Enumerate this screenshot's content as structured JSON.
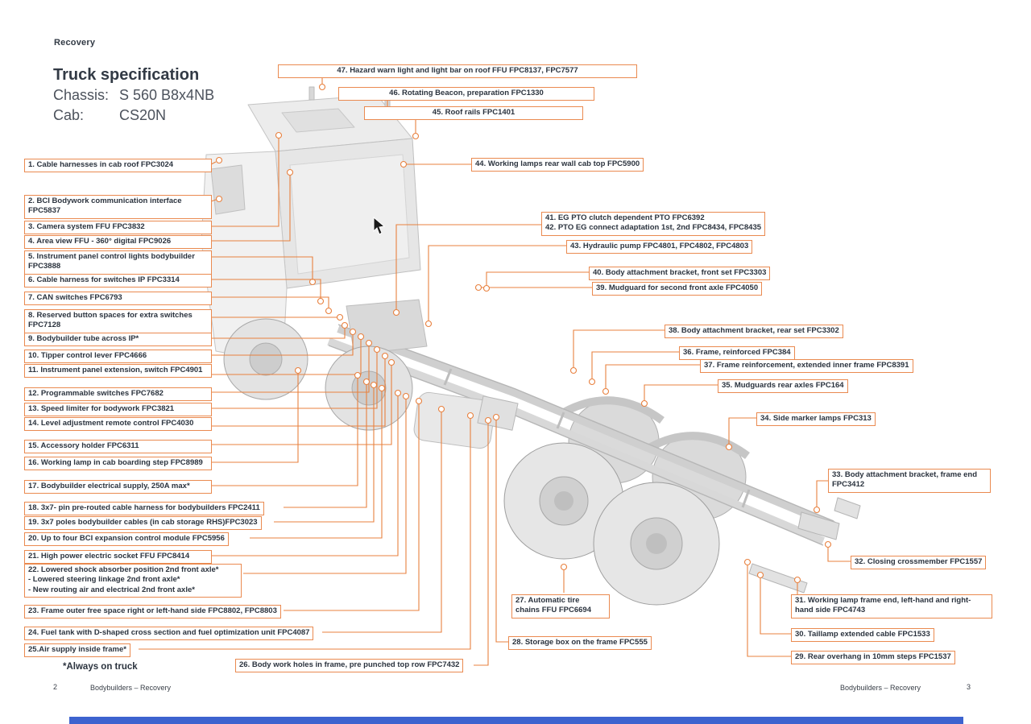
{
  "doc": {
    "eyebrow": "Recovery",
    "title": "Truck specification",
    "chassis_label": "Chassis:",
    "chassis_value": "S 560 B8x4NB",
    "cab_label": "Cab:",
    "cab_value": "CS20N",
    "always_note": "*Always on truck",
    "footer": {
      "left_page": "2",
      "left_text": "Bodybuilders – Recovery",
      "right_text": "Bodybuilders – Recovery",
      "right_page": "3"
    }
  },
  "colors": {
    "accent_orange": "#E8813F",
    "box_border_orange": "#EA8A50",
    "text_dark": "#2B333E",
    "text_gray": "#4C525C",
    "footer_bar_blue": "#3D63CF"
  },
  "callouts": {
    "c1": "1. Cable harnesses in cab roof FPC3024",
    "c2": "2. BCI Bodywork communication interface FPC5837",
    "c3": "3. Camera system FFU FPC3832",
    "c4": "4. Area view FFU - 360° digital FPC9026",
    "c5": "5. Instrument panel control lights bodybuilder FPC3888",
    "c6": "6. Cable harness for switches IP FPC3314",
    "c7": "7. CAN switches FPC6793",
    "c8": "8. Reserved button spaces for extra switches FPC7128",
    "c9": "9. Bodybuilder tube across IP*",
    "c10": "10. Tipper control lever FPC4666",
    "c11": "11. Instrument panel extension, switch FPC4901",
    "c12": "12. Programmable switches FPC7682",
    "c13": "13. Speed limiter for bodywork FPC3821",
    "c14": "14. Level adjustment remote control FPC4030",
    "c15": "15. Accessory holder FPC6311",
    "c16": "16. Working lamp in cab boarding step FPC8989",
    "c17": "17. Bodybuilder electrical supply, 250A max*",
    "c18": "18. 3x7- pin pre-routed cable harness for bodybuilders FPC2411",
    "c19": "19. 3x7 poles bodybuilder cables (in cab storage RHS)FPC3023",
    "c20": "20. Up to four BCI expansion control module FPC5956",
    "c21": "21. High power electric socket FFU FPC8414",
    "c22": "22. Lowered shock absorber position 2nd front axle*\n- Lowered steering linkage 2nd front axle*\n- New routing air and electrical 2nd front axle*",
    "c23": "23. Frame outer free space right or left-hand side FPC8802, FPC8803",
    "c24": "24. Fuel tank with D-shaped cross section and fuel optimization unit FPC4087",
    "c25": "25.Air supply inside frame*",
    "c26": "26. Body work holes in frame, pre punched top row FPC7432",
    "c27": "27. Automatic tire chains FFU FPC6694",
    "c28": "28. Storage box on the frame FPC555",
    "c29": "29. Rear overhang in 10mm steps FPC1537",
    "c30": "30. Taillamp extended cable FPC1533",
    "c31": "31. Working lamp frame end, left-hand and right-hand side FPC4743",
    "c32": "32. Closing crossmember FPC1557",
    "c33": "33. Body attachment bracket, frame end FPC3412",
    "c34": "34. Side marker lamps FPC313",
    "c35": "35. Mudguards rear axles FPC164",
    "c36": "36. Frame, reinforced FPC384",
    "c37": "37. Frame reinforcement, extended inner frame FPC8391",
    "c38": "38. Body attachment bracket, rear set FPC3302",
    "c39": "39. Mudguard for second front axle FPC4050",
    "c40": "40. Body attachment bracket, front set FPC3303",
    "c41": "41. EG PTO clutch dependent PTO FPC6392",
    "c42": "42. PTO EG connect adaptation 1st, 2nd FPC8434, FPC8435",
    "c43": "43. Hydraulic pump FPC4801, FPC4802, FPC4803",
    "c44": "44. Working lamps rear wall cab top FPC5900",
    "c45": "45. Roof rails FPC1401",
    "c46": "46. Rotating Beacon, preparation FPC1330",
    "c47": "47. Hazard warn light and light bar on roof FFU FPC8137, FPC7577"
  }
}
